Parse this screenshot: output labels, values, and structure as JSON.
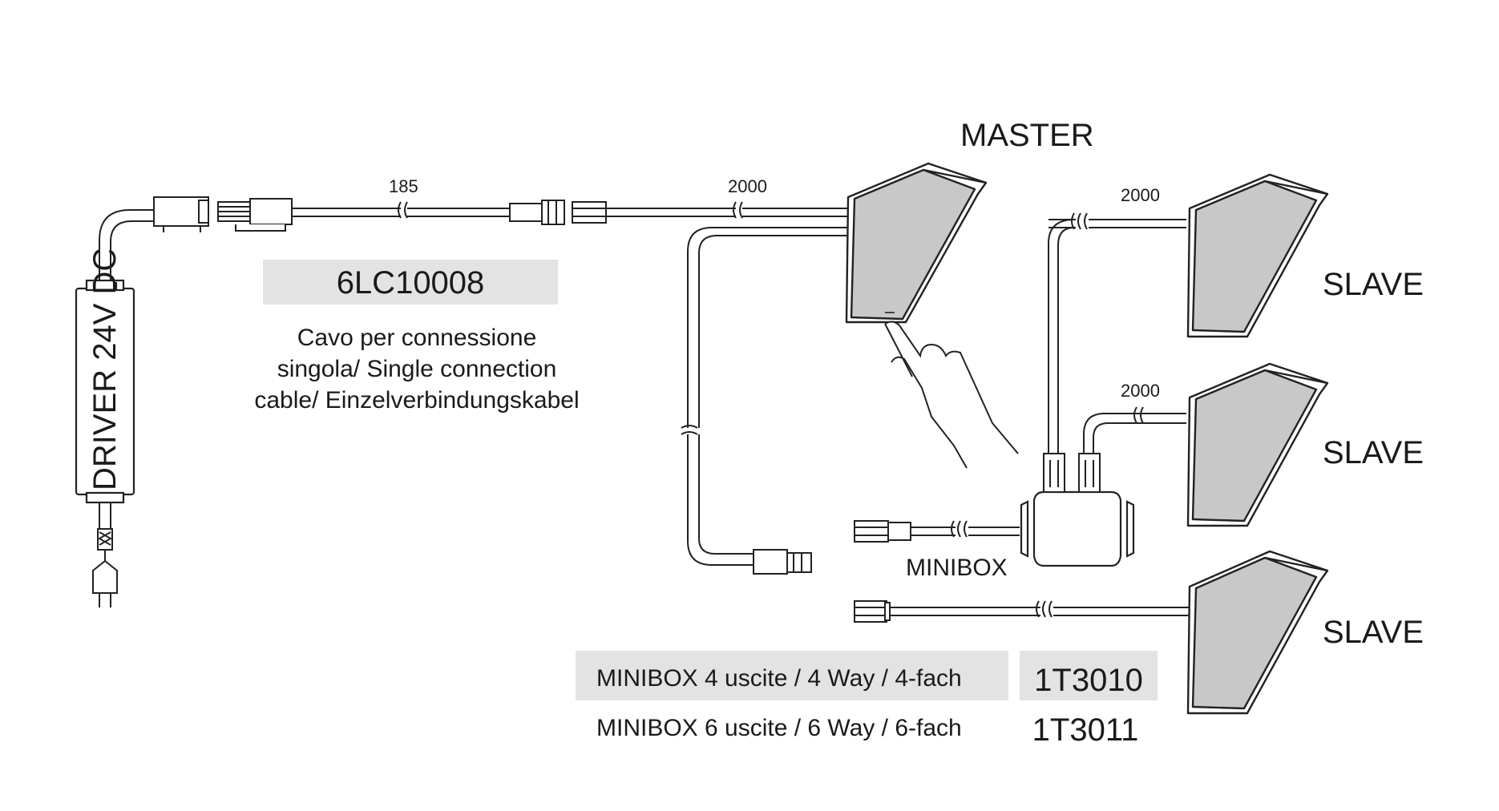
{
  "labels": {
    "master": "MASTER",
    "slave_1": "SLAVE",
    "slave_2": "SLAVE",
    "slave_3": "SLAVE",
    "driver": "DRIVER 24V DC",
    "minibox": "MINIBOX"
  },
  "dimensions": {
    "cable_driver": "185",
    "cable_master": "2000",
    "cable_slave_1": "2000",
    "cable_slave_2": "2000"
  },
  "cable_product": {
    "code": "6LC10008",
    "description_lines": [
      "Cavo per connessione",
      "singola/ Single connection",
      "cable/ Einzelverbindungskabel"
    ]
  },
  "minibox_options": [
    {
      "description": "MINIBOX 4 uscite / 4 Way / 4-fach",
      "code": "1T3010",
      "highlighted": true
    },
    {
      "description": "MINIBOX 6 uscite / 6 Way / 6-fach",
      "code": "1T3011",
      "highlighted": false
    }
  ],
  "colors": {
    "highlight_bg": "#e3e3e3",
    "line": "#222222",
    "lamp_shade": "#c8c8c8"
  }
}
